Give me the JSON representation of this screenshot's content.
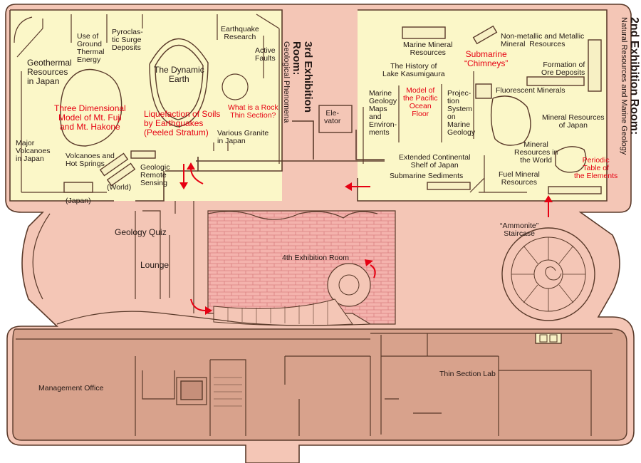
{
  "colors": {
    "floor": "#f4c6b6",
    "exhibition": "#fbf7c8",
    "office": "#d8a28c",
    "walls": "#5a3a2a",
    "accent_red": "#e60012",
    "brick": "#ef9e9e"
  },
  "rooms": {
    "third": {
      "title_line1": "3rd Exhibition",
      "title_line2": "Room:",
      "subtitle": "Geological Phenomena"
    },
    "second": {
      "title": "2nd Exhibition Room:",
      "subtitle": "Natural Resources and Marine Geology"
    }
  },
  "labels": {
    "use_of_ground": "Use of\nGround\nThermal\nEnergy",
    "pyroclastic": "Pyroclas-\ntic Surge\nDeposits",
    "earthquake_research": "Earthquake\nResearch",
    "active_faults": "Active\nFaults",
    "geothermal": "Geothermal\nResources\nin Japan",
    "dynamic_earth": "The Dynamic\nEarth",
    "three_dimensional": "Three Dimensional\nModel of Mt. Fuji\nand Mt. Hakone",
    "liquefaction": "Liquefaction of Soils\nby Earthquakes\n(Peeled Stratum)",
    "rock_thin_section": "What is a Rock\nThin Section?",
    "major_volcanoes": "Major\nVolcanoes\nin Japan",
    "various_granite": "Various Granite\nin Japan",
    "volcanoes_hot_springs": "Volcanoes and\nHot Springs",
    "world": "(World)",
    "japan": "(Japan)",
    "geologic_remote": "Geologic\nRemote\nSensing",
    "elevator": "Ele-\nvator",
    "marine_mineral": "Marine Mineral\nResources",
    "submarine_chimneys": "Submarine\n“Chimneys”",
    "non_metallic": "Non-metallic and Metallic\nMineral  Resources",
    "history_kasumigaura": "The History of\nLake Kasumigaura",
    "formation_ore": "Formation of\nOre Deposits",
    "marine_geology_maps": "Marine\nGeology\nMaps\nand\nEnviron-\nments",
    "pacific_ocean_floor": "Model of\nthe Pacific\nOcean\nFloor",
    "projection_system": "Projec-\ntion\nSystem\non\nMarine\nGeology",
    "fluorescent": "Fluorescent Minerals",
    "mineral_resources_japan": "Mineral Resources\nof Japan",
    "mineral_resources_world": "Mineral\nResources in\nthe World",
    "periodic_table": "Periodic\nTable of\nthe Elements",
    "extended_shelf": "Extended Continental\nShelf of Japan",
    "submarine_sediments": "Submarine Sediments",
    "fuel_mineral": "Fuel Mineral\nResources",
    "geology_quiz": "Geology Quiz",
    "lounge": "Lounge",
    "fourth_room": "4th Exhibition Room",
    "ammonite_staircase": "“Ammonite”\nStaircase",
    "management_office": "Management Office",
    "thin_section_lab": "Thin Section Lab"
  }
}
